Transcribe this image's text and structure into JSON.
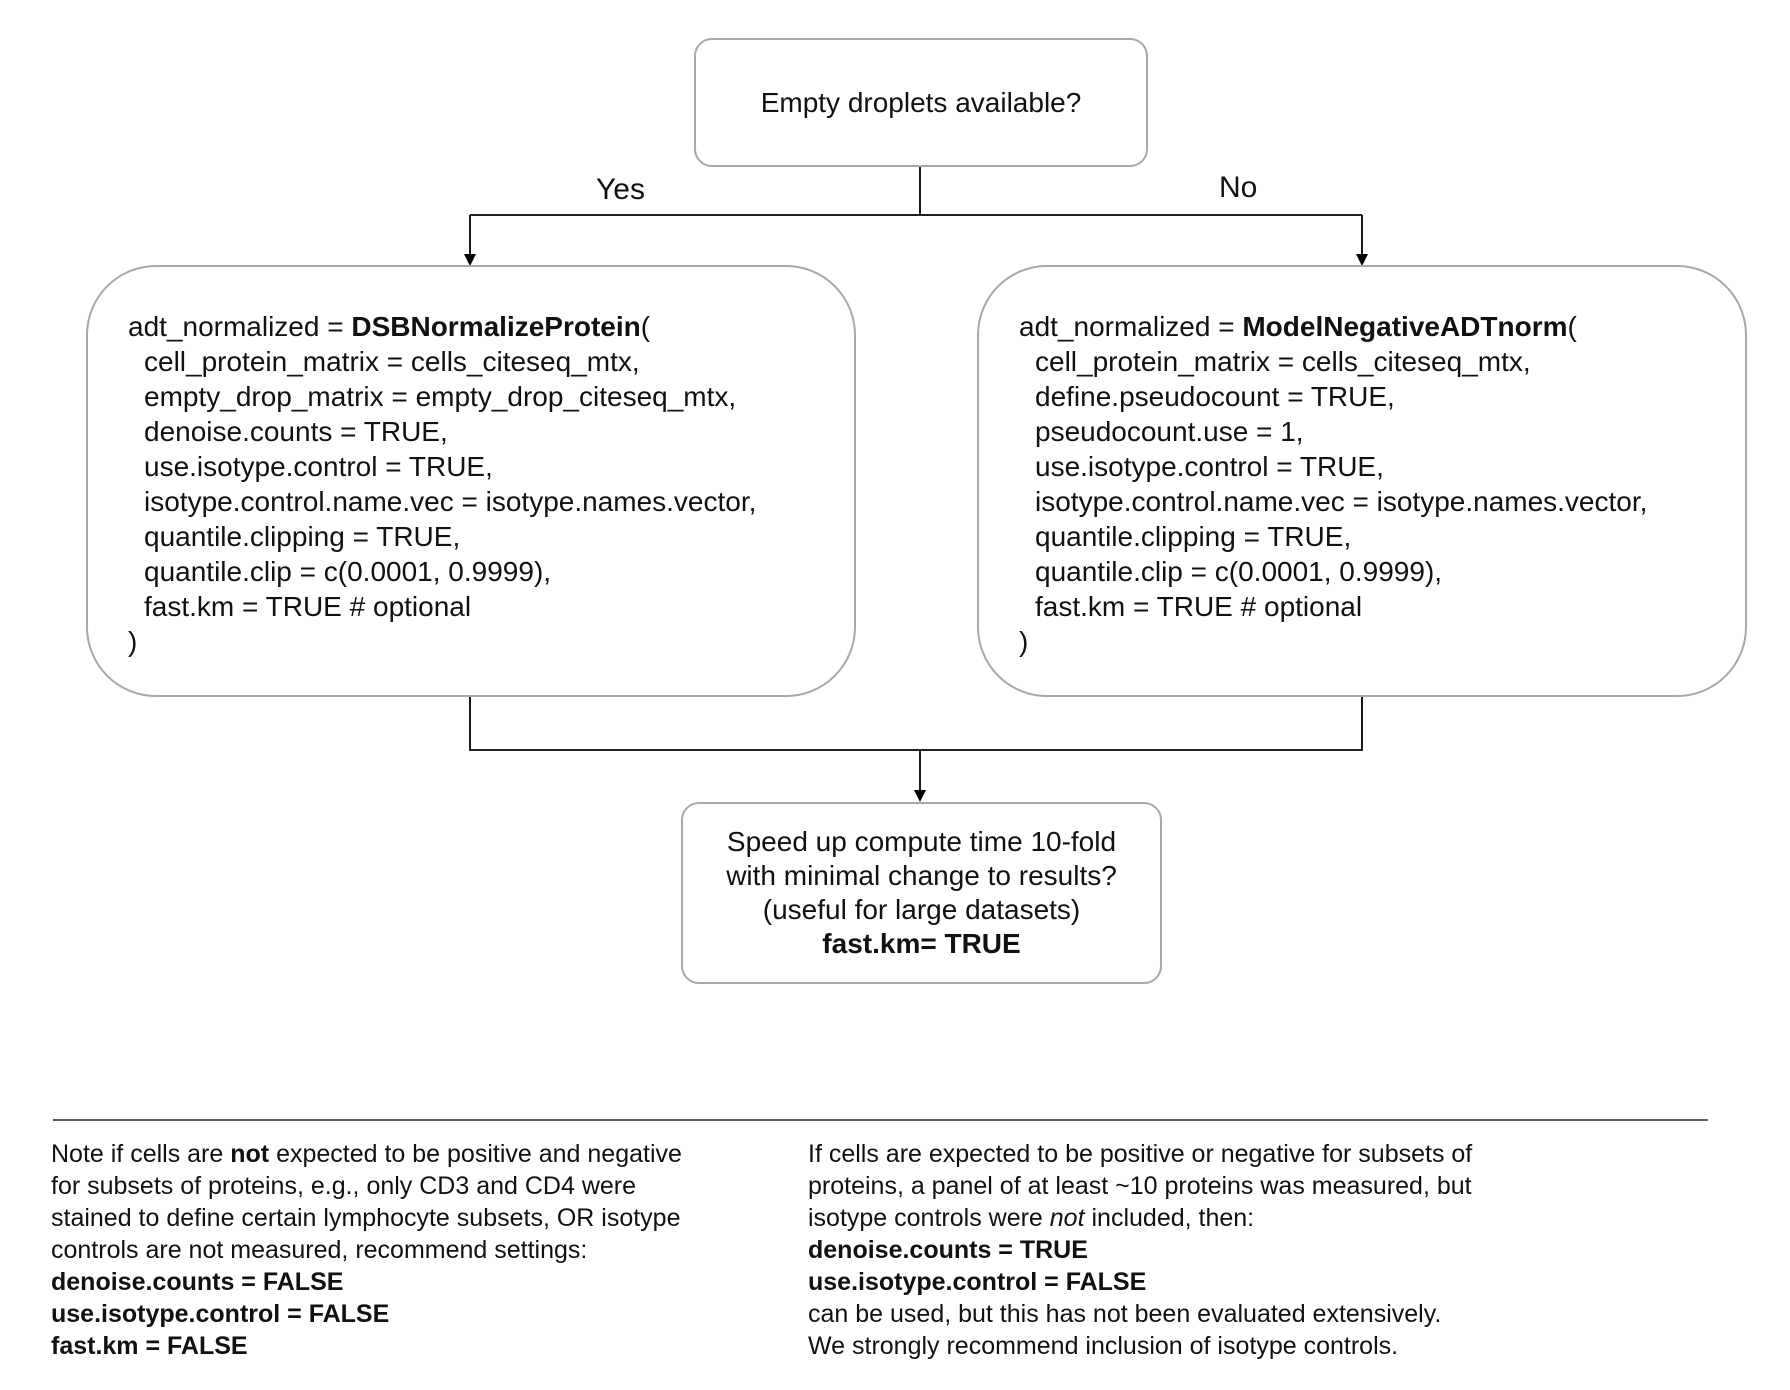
{
  "decision": {
    "text": "Empty droplets available?"
  },
  "branches": {
    "yes": "Yes",
    "no": "No"
  },
  "left_box": {
    "prefix": "adt_normalized = ",
    "function": "DSBNormalizeProtein",
    "open": "(",
    "args": [
      "cell_protein_matrix = cells_citeseq_mtx,",
      "empty_drop_matrix = empty_drop_citeseq_mtx,",
      "denoise.counts = TRUE,",
      "use.isotype.control = TRUE,",
      "isotype.control.name.vec = isotype.names.vector,",
      "quantile.clipping = TRUE,",
      "quantile.clip = c(0.0001, 0.9999),",
      "fast.km = TRUE # optional"
    ],
    "close": ")"
  },
  "right_box": {
    "prefix": "adt_normalized = ",
    "function": "ModelNegativeADTnorm",
    "open": "(",
    "args": [
      "cell_protein_matrix = cells_citeseq_mtx,",
      "define.pseudocount = TRUE,",
      "pseudocount.use = 1,",
      "use.isotype.control = TRUE,",
      "isotype.control.name.vec = isotype.names.vector,",
      "quantile.clipping = TRUE,",
      "quantile.clip = c(0.0001, 0.9999),",
      "fast.km = TRUE # optional"
    ],
    "close": ")"
  },
  "speed_box": {
    "line1": "Speed up compute time 10-fold",
    "line2": "with minimal change to results?",
    "line3": "(useful for large datasets)",
    "line4": "fast.km= TRUE"
  },
  "notes": {
    "left": {
      "l1_pre": "Note if cells are ",
      "l1_bold": "not",
      "l1_post": " expected to be positive and negative",
      "l2": "for subsets of proteins, e.g., only CD3 and CD4 were",
      "l3": "stained to define certain lymphocyte subsets, OR isotype",
      "l4": "controls are not measured, recommend settings:",
      "s1": "denoise.counts = FALSE",
      "s2": "use.isotype.control = FALSE",
      "s3": "fast.km = FALSE"
    },
    "right": {
      "l1": "If cells are expected to be positive or negative for subsets of",
      "l2": "proteins, a panel of at least ~10 proteins was measured, but",
      "l3_pre": "isotype controls were ",
      "l3_ital": "not",
      "l3_post": " included, then:",
      "s1": "denoise.counts = TRUE",
      "s2": "use.isotype.control = FALSE",
      "l4": "can be used, but this has not been evaluated extensively.",
      "l5": "We strongly recommend inclusion of isotype controls."
    }
  }
}
